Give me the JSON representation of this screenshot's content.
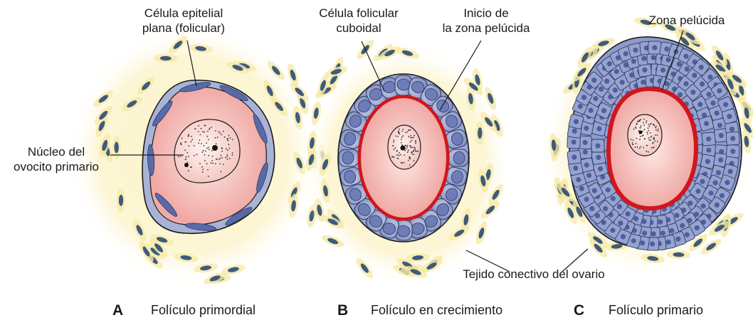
{
  "labels": {
    "epithelial_cell": "Célula epitelial\nplana (folicular)",
    "oocyte_nucleus": "Núcleo del\novocito primario",
    "cuboidal_cell": "Célula folicular\ncuboidal",
    "zona_start": "Inicio de\nla zona pelúcida",
    "zona": "Zona pelúcida",
    "connective_tissue": "Tejido conectivo del ovario"
  },
  "panels": [
    {
      "letter": "A",
      "caption": "Folículo primordial"
    },
    {
      "letter": "B",
      "caption": "Folículo en crecimiento"
    },
    {
      "letter": "C",
      "caption": "Folículo primario"
    }
  ],
  "colors": {
    "stroma": "#fdf6cc",
    "stroma_edge": "#f6eaa8",
    "stroma_nucleus": "#3e5b7d",
    "follicle_cell": "#8f9cc9",
    "follicle_cell_light": "#b4bddd",
    "follicle_nucleus": "#5a6aa8",
    "oocyte": "#f3b9b4",
    "oocyte_center": "#fbe3de",
    "nucleus": "#f7d4cf",
    "zona": "#d0161e",
    "granulosa_bg": "#3d4f7a",
    "outline": "#1a1a1a"
  }
}
